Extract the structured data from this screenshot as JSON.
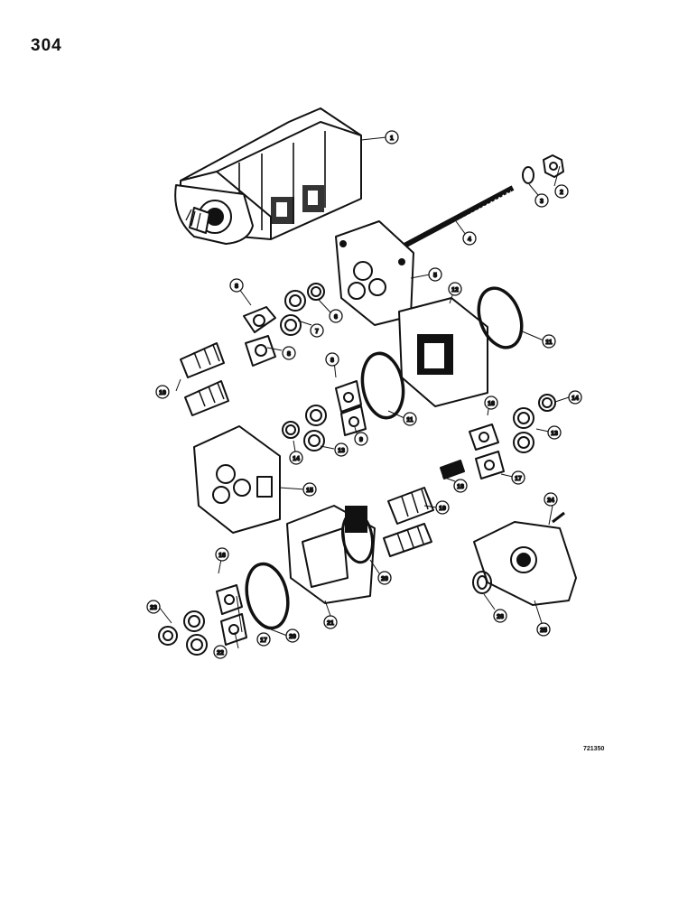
{
  "page_number": "304",
  "drawing_code": "721350",
  "callouts": [
    "1",
    "2",
    "3",
    "4",
    "5",
    "6",
    "7",
    "8",
    "8",
    "8",
    "9",
    "10",
    "11",
    "11",
    "12",
    "13",
    "13",
    "14",
    "14",
    "15",
    "16",
    "16",
    "17",
    "17",
    "18",
    "19",
    "20",
    "20",
    "21",
    "22",
    "23",
    "24",
    "25",
    "26"
  ],
  "colors": {
    "ink": "#111111",
    "paper": "#ffffff"
  }
}
